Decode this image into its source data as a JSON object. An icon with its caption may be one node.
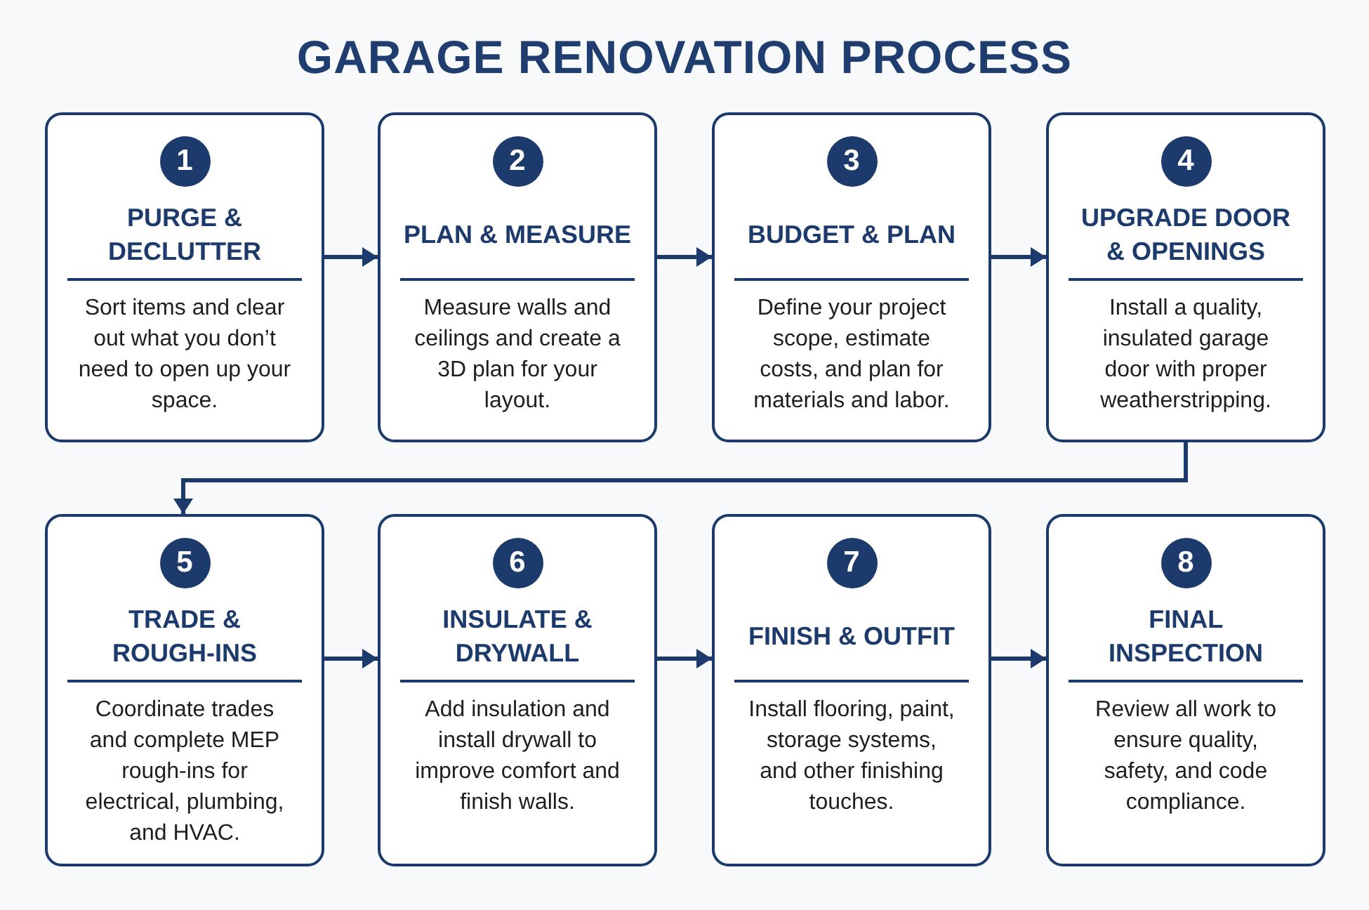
{
  "diagram": {
    "title": "GARAGE RENOVATION PROCESS",
    "nodes": [
      {
        "text": [
          "PURGE & DECLUTTER",
          "Sort items and clear out what you don’t need to open up your space."
        ]
      },
      {
        "text": [
          "1"
        ],
        "in": 0
      },
      {
        "text": [
          "PLAN & MEASURE",
          "Measure walls and ceilings and create a 3D plan for your layout."
        ]
      },
      {
        "text": [
          "2"
        ],
        "in": 2
      },
      {
        "text": [
          "BUDGET & PLAN",
          "Define your project scope, estimate costs, and plan for materials and labor."
        ]
      },
      {
        "text": [
          "3"
        ],
        "in": 4
      },
      {
        "text": [
          "UPGRADE DOOR & OPENINGS",
          "Install a quality, insulated garage door with proper weatherstripping."
        ]
      },
      {
        "text": [
          "4"
        ],
        "in": 6
      },
      {
        "text": [
          "TRADE & ROUGH-INS",
          "Coordinate trades and complete MEP rough-ins for electrical, plumbing, and HVAC."
        ]
      },
      {
        "text": [
          "5"
        ],
        "in": 8
      },
      {
        "text": [
          "INSULATE & DRYWALL",
          "Add insulation and install drywall to improve comfort and finish walls."
        ]
      },
      {
        "text": [
          "6"
        ],
        "in": 10
      },
      {
        "text": [
          "FINISH & OUTFIT",
          "Install flooring, paint, storage systems, and other finishing touches."
        ]
      },
      {
        "text": [
          "7"
        ],
        "in": 12
      },
      {
        "text": [
          "FINAL INSPECTION",
          "Review all work to ensure quality, safety, and code compliance."
        ]
      },
      {
        "text": [
          "8"
        ],
        "in": 14
      }
    ],
    "edges": [
      {
        "from": 0,
        "to": 2,
        "arrow": "to"
      },
      {
        "from": 2,
        "to": 4,
        "arrow": "to"
      },
      {
        "from": 4,
        "to": 6,
        "arrow": "to"
      },
      {
        "from": 6,
        "to": 8,
        "arrow": "to"
      },
      {
        "from": 8,
        "to": 10,
        "arrow": "to"
      },
      {
        "from": 10,
        "to": 12,
        "arrow": "to"
      },
      {
        "from": 12,
        "to": 14,
        "arrow": "to"
      }
    ]
  }
}
